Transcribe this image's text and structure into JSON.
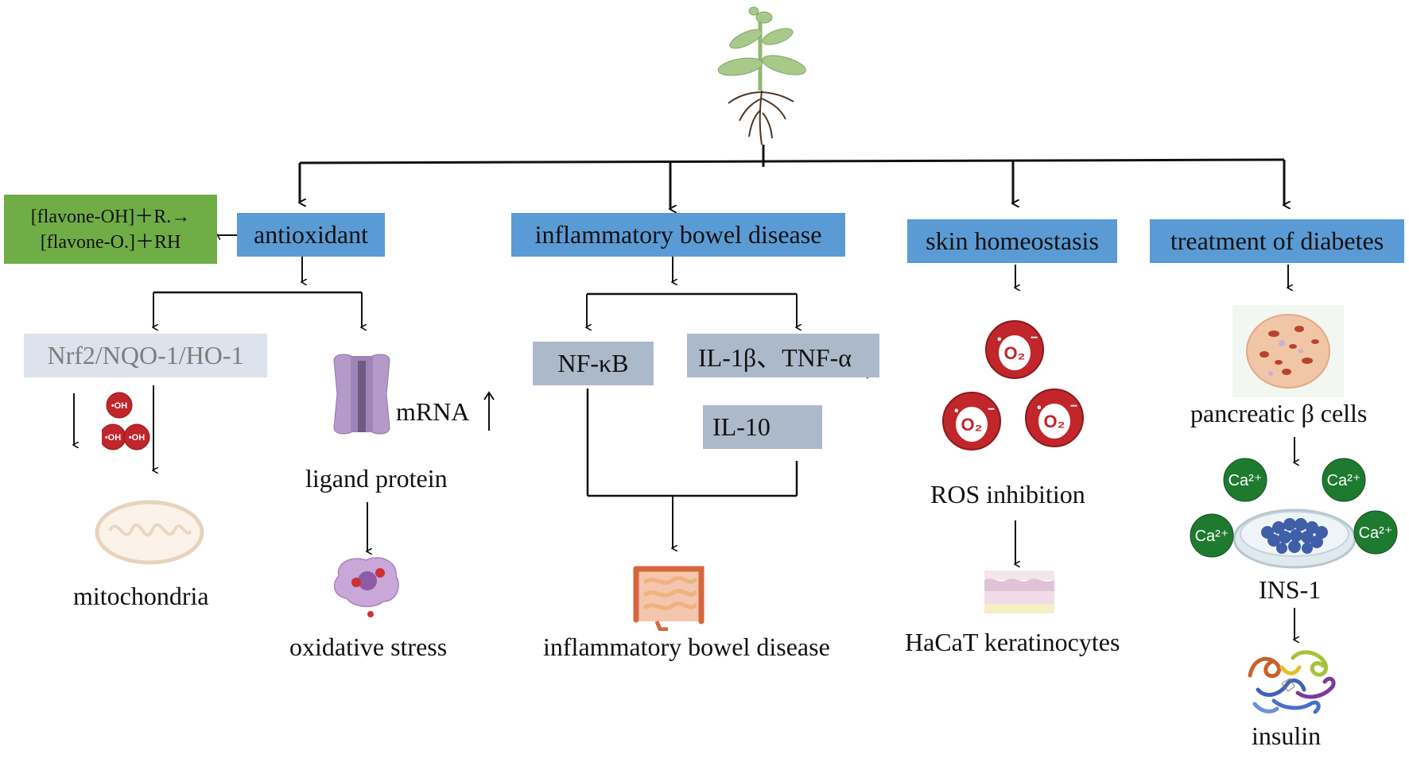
{
  "diagram": {
    "boxes": {
      "antioxidant": "antioxidant",
      "ibd": "inflammatory bowel disease",
      "skin": "skin homeostasis",
      "diabetes": "treatment of diabetes",
      "reaction_line1": "[flavone-OH]＋R.→",
      "reaction_line2": "[flavone-O.]＋RH",
      "nrf2": "Nrf2/NQO-1/HO-1",
      "nfkb": "NF-κB",
      "il1b": "IL-1β、TNF-α",
      "il10": "IL-10"
    },
    "labels": {
      "mrna": "mRNA",
      "ligand": "ligand protein",
      "mitochondria": "mitochondria",
      "oxidative": "oxidative stress",
      "ibd_bottom": "inflammatory bowel disease",
      "ros": "ROS inhibition",
      "hacat": "HaCaT keratinocytes",
      "beta": "pancreatic β cells",
      "ins1": "INS-1",
      "insulin": "insulin"
    },
    "icon_text": {
      "oh": "•OH",
      "o2": "•O₂⁻",
      "ca": "Ca²⁺"
    },
    "colors": {
      "blue": "#5b9bd5",
      "grey": "#acb9ca",
      "green": "#70ad47",
      "ros_red": "#c0262a",
      "ca_green": "#1e7a2e"
    }
  }
}
